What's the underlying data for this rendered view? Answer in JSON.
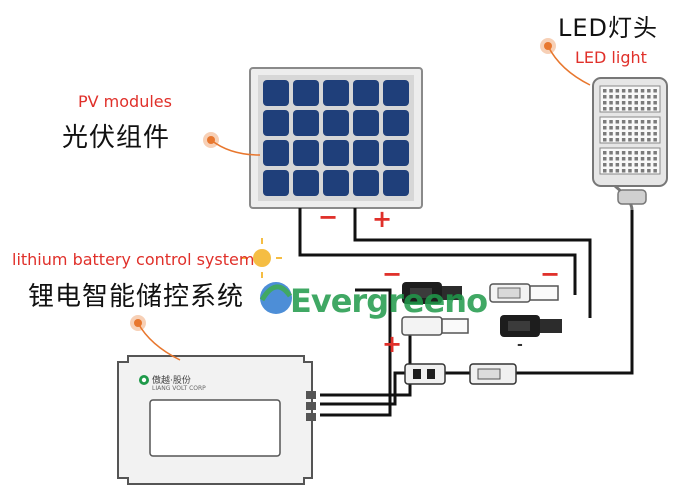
{
  "labels": {
    "pv_en": "PV modules",
    "pv_cn": "光伏组件",
    "led_cn": "LED灯头",
    "led_en": "LED light",
    "battery_en": "lithium battery control system",
    "battery_cn": "锂电智能储控系统"
  },
  "polarity": {
    "minus": "−",
    "plus": "+",
    "small_minus": "-"
  },
  "watermark": {
    "text": "Evergreeno",
    "color": "#1f9a4a"
  },
  "device_brand": {
    "name": "傲越·股份",
    "sub": "LIANG VOLT CORP"
  },
  "colors": {
    "accent": "#e0302a",
    "marker": "#e8772e",
    "panel_cell": "#1f3f7a",
    "wire": "#111111"
  }
}
